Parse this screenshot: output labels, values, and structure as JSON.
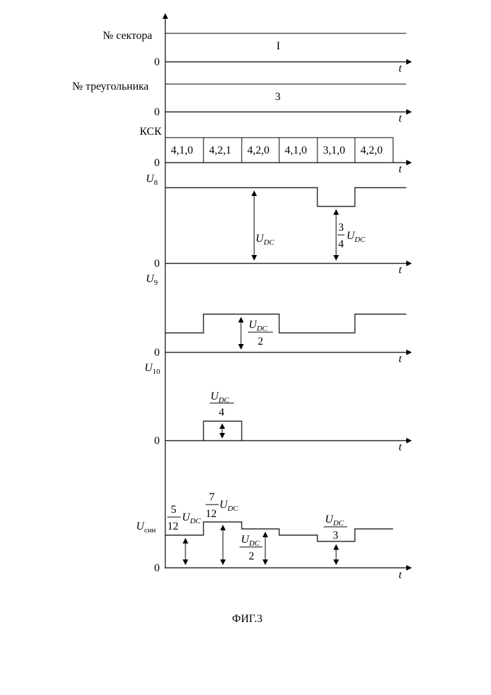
{
  "diagram": {
    "caption": "ФИГ.3",
    "axis_symbol": "t",
    "zero_label": "0",
    "rows": {
      "sector": {
        "label": "№  сектора",
        "value": "I"
      },
      "triangle": {
        "label": "№  треугольника",
        "value": "3"
      },
      "ksk": {
        "label": "КСК",
        "states": [
          "4,1,0",
          "4,2,1",
          "4,2,0",
          "4,1,0",
          "3,1,0",
          "4,2,0"
        ]
      },
      "u8": {
        "label_main": "U",
        "label_sub": "8",
        "annot_full": {
          "main": "U",
          "sub": "DC"
        },
        "annot_frac": {
          "num": "3",
          "den": "4",
          "main": "U",
          "sub": "DC"
        }
      },
      "u9": {
        "label_main": "U",
        "label_sub": "9",
        "annot": {
          "main": "U",
          "sub": "DC",
          "den": "2"
        }
      },
      "u10": {
        "label_main": "U",
        "label_sub": "10",
        "annot": {
          "main": "U",
          "sub": "DC",
          "den": "4"
        }
      },
      "usin": {
        "label_main": "U",
        "label_sub": "син",
        "annot_a": {
          "num": "5",
          "den": "12",
          "main": "U",
          "sub": "DC"
        },
        "annot_b": {
          "num": "7",
          "den": "12",
          "main": "U",
          "sub": "DC"
        },
        "annot_c": {
          "main": "U",
          "sub": "DC",
          "den": "2"
        },
        "annot_d": {
          "main": "U",
          "sub": "DC",
          "den": "3"
        }
      }
    }
  }
}
